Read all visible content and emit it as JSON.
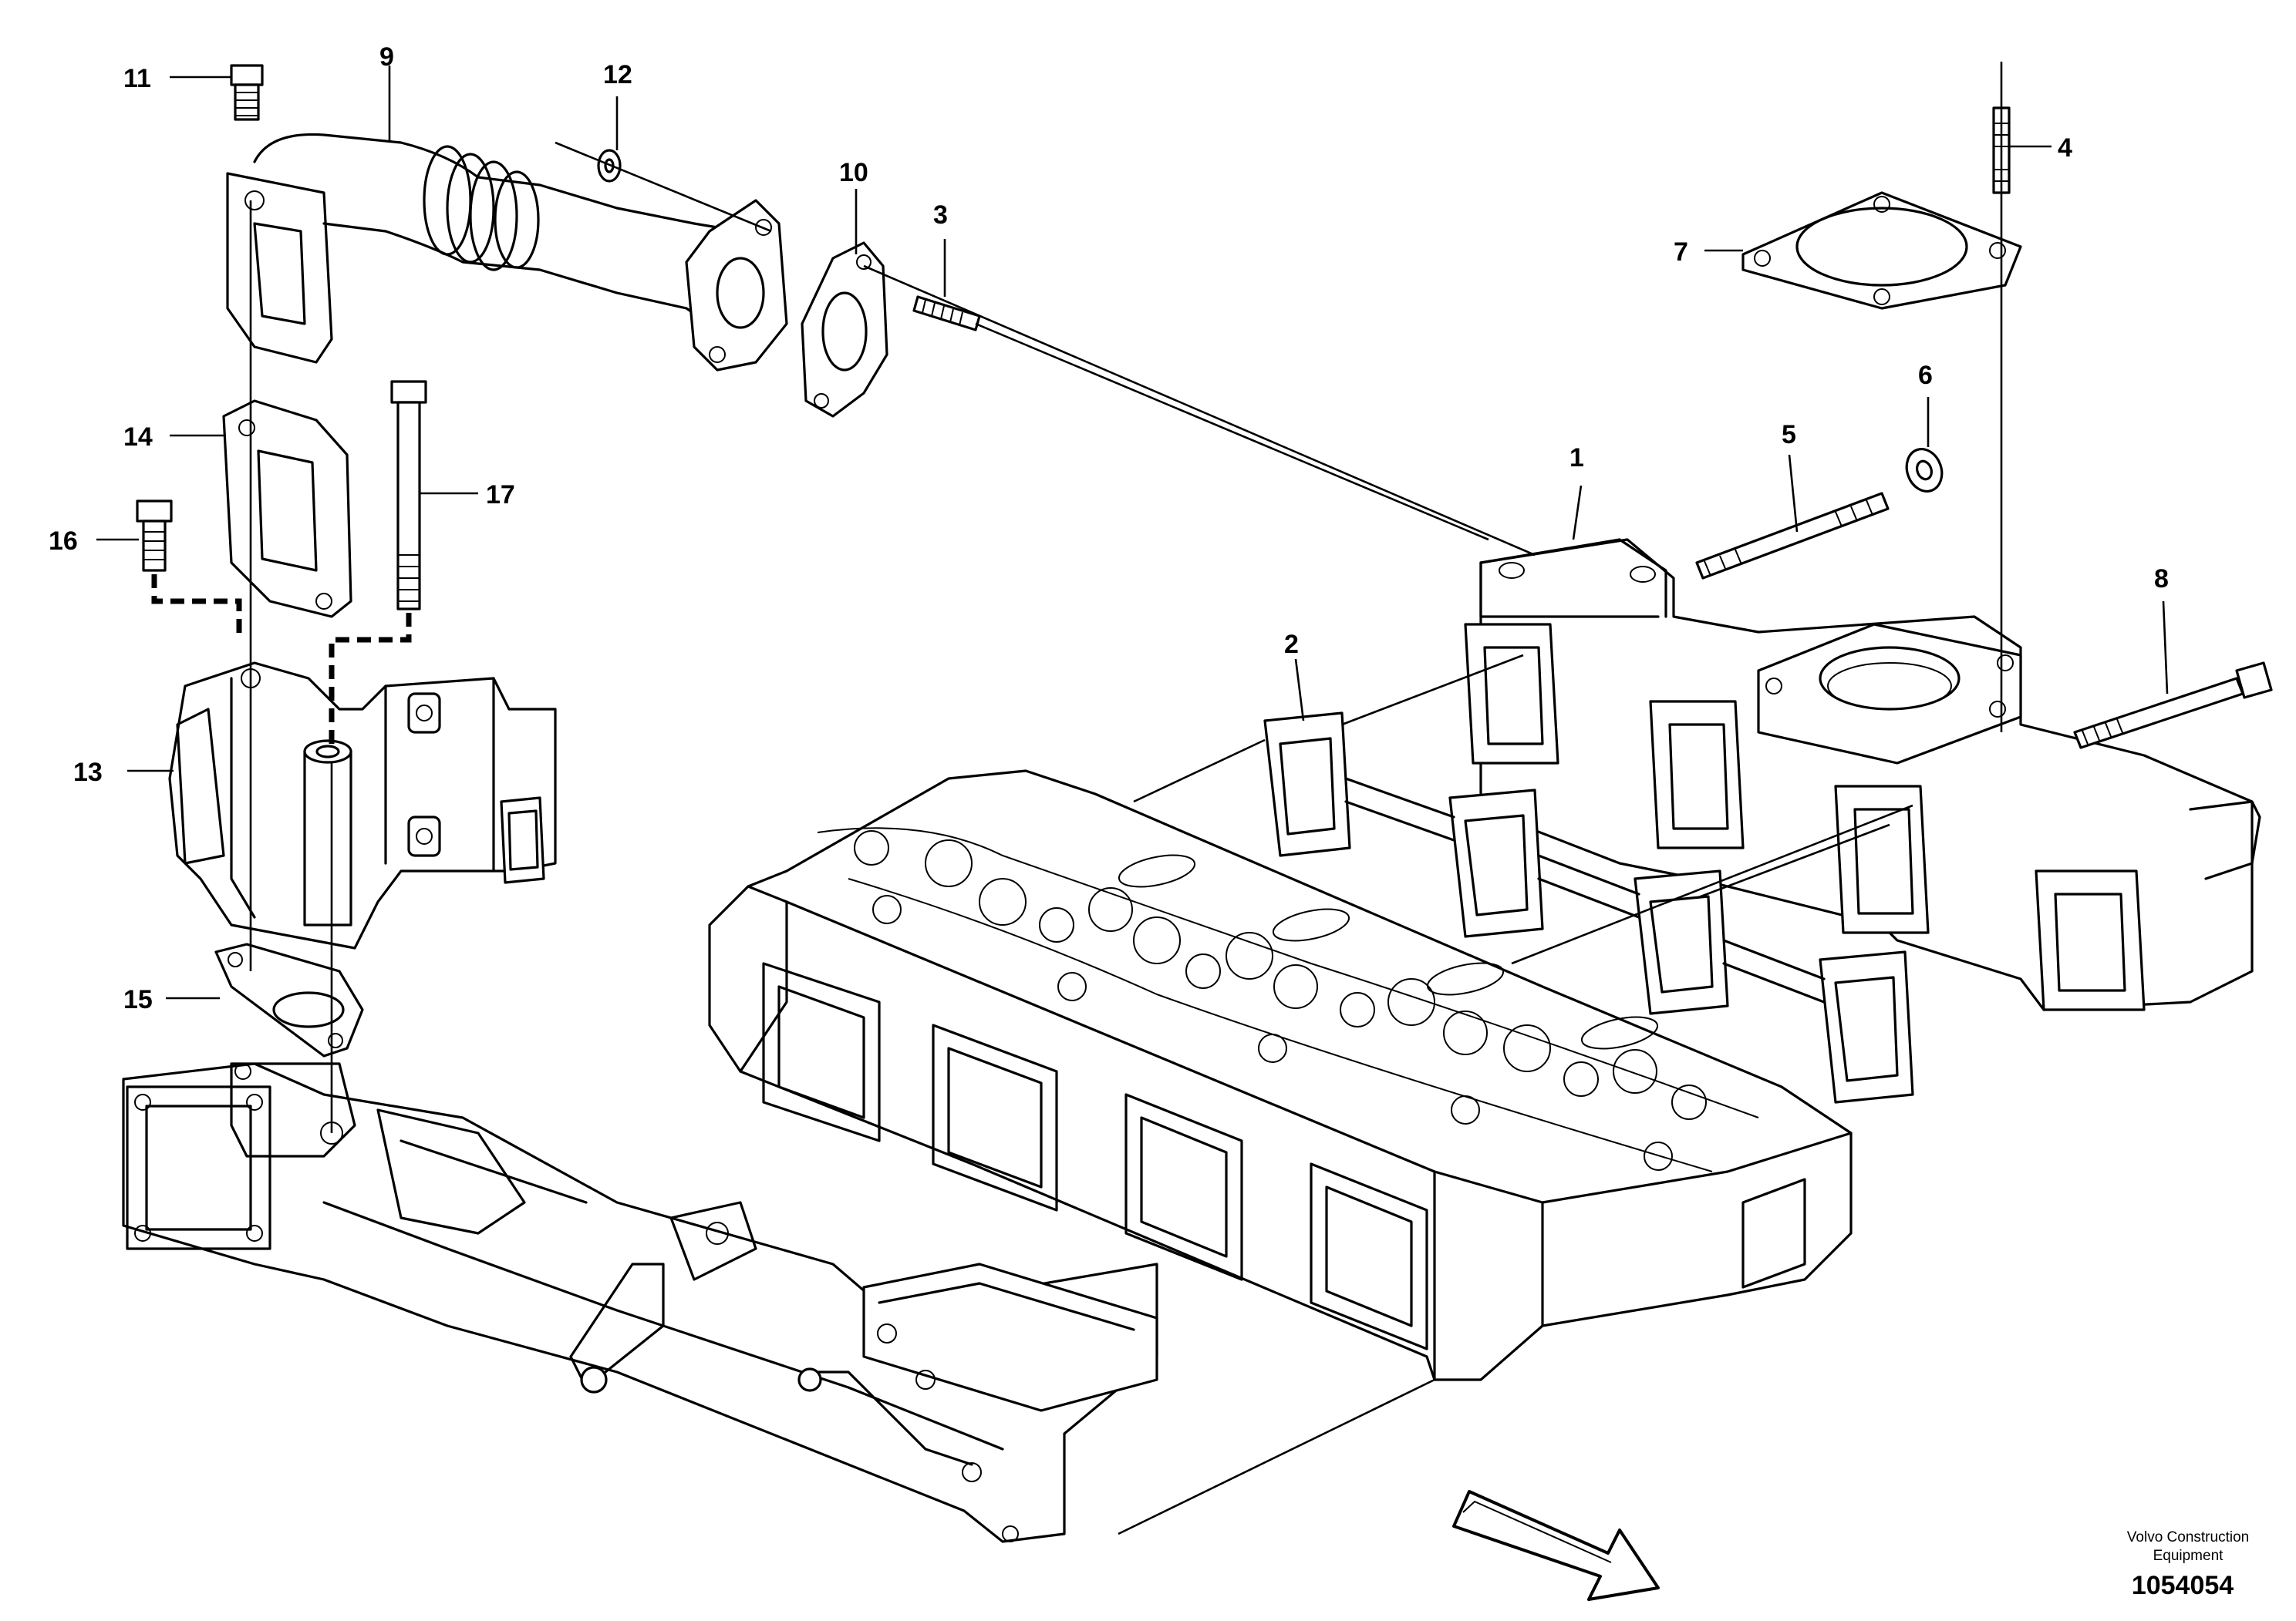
{
  "callouts": [
    "1",
    "2",
    "3",
    "4",
    "5",
    "6",
    "7",
    "8",
    "9",
    "10",
    "11",
    "12",
    "13",
    "14",
    "15",
    "16",
    "17"
  ],
  "footer": {
    "brand_line1": "Volvo Construction",
    "brand_line2": "Equipment",
    "doc_number": "1054054"
  },
  "icons": {
    "direction_arrow": "forward-direction-arrow-icon"
  }
}
